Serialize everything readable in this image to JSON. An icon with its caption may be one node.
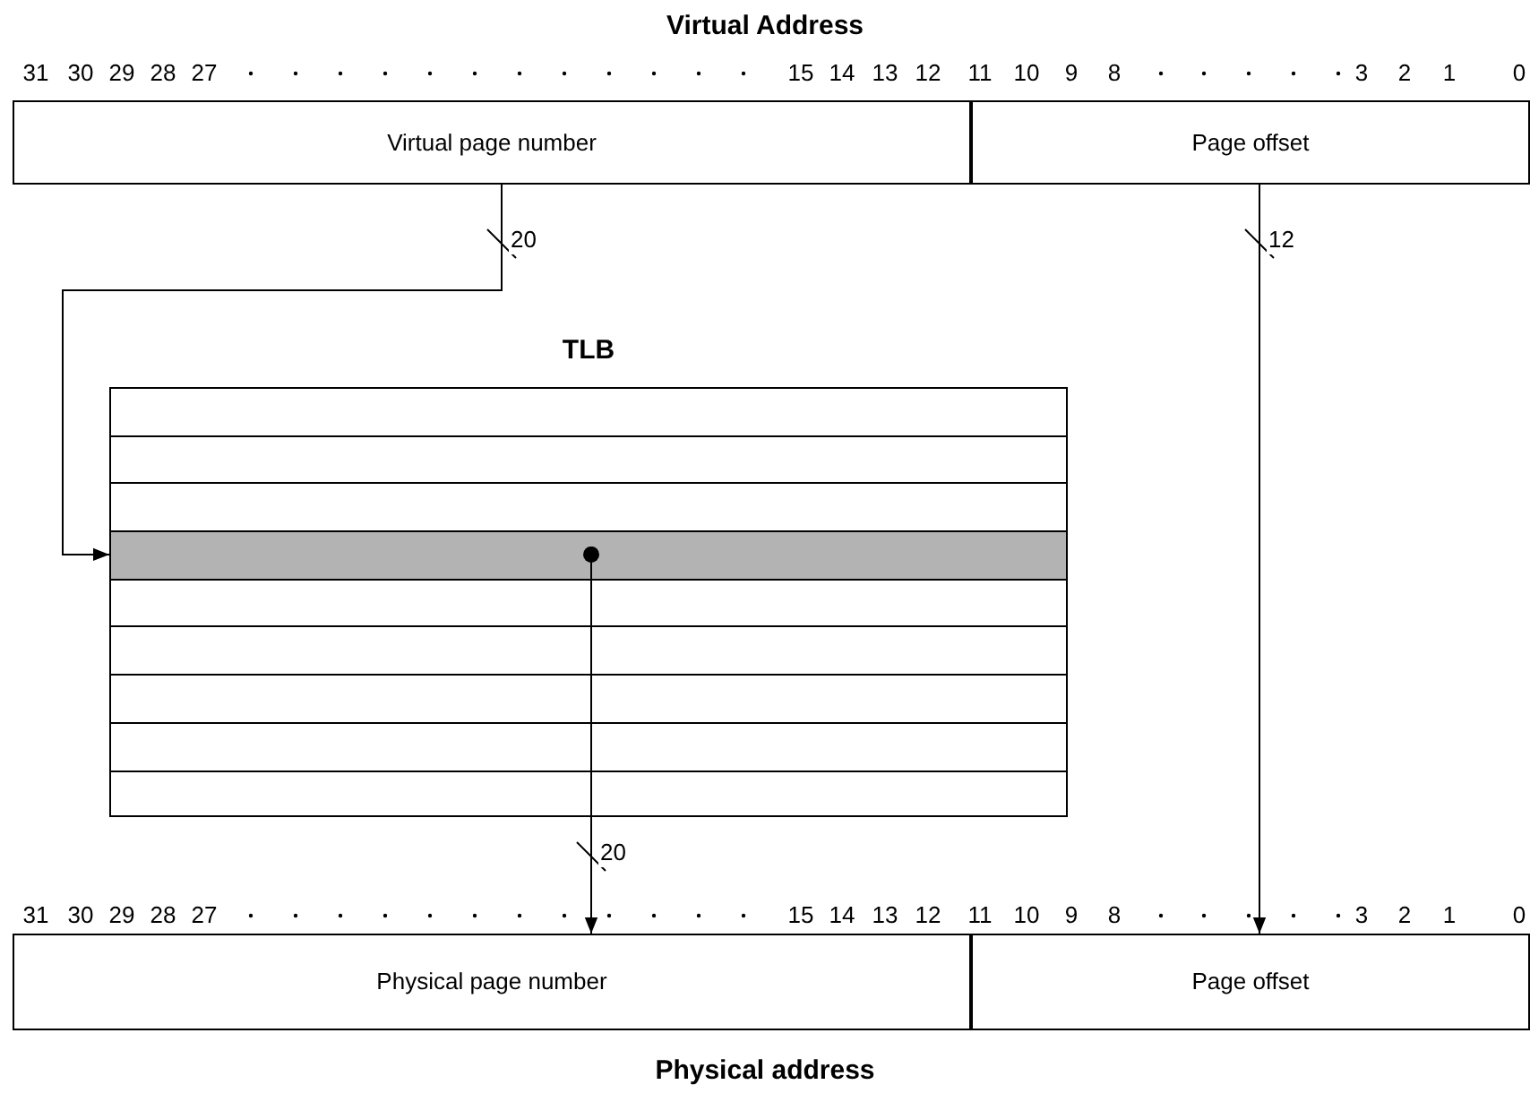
{
  "diagram": {
    "title": "Virtual Address",
    "caption": "Physical address",
    "nodes": [
      {
        "text": [
          "Virtual page number"
        ]
      },
      {
        "text": [
          "Page offset"
        ]
      },
      {
        "text": [
          "TLB"
        ]
      },
      {
        "text": [],
        "shape": "bar",
        "in": 2
      },
      {
        "text": [
          "Physical page number"
        ]
      },
      {
        "text": [
          "Page offset"
        ]
      }
    ],
    "edges": [
      {
        "from": 0,
        "to": 3,
        "arrow": "to",
        "label": "20"
      },
      {
        "from": 1,
        "to": 5,
        "arrow": "to",
        "label": "12"
      },
      {
        "from": 3,
        "to": 4,
        "arrow": "to",
        "label": "20"
      }
    ],
    "labels": [
      "31",
      "30",
      "29",
      "28",
      "27",
      "15",
      "14",
      "13",
      "12",
      "11",
      "10",
      "9",
      "8",
      "3",
      "2",
      "1",
      "0",
      "31",
      "30",
      "29",
      "28",
      "27",
      "15",
      "14",
      "13",
      "12",
      "11",
      "10",
      "9",
      "8",
      "3",
      "2",
      "1",
      "0"
    ]
  }
}
